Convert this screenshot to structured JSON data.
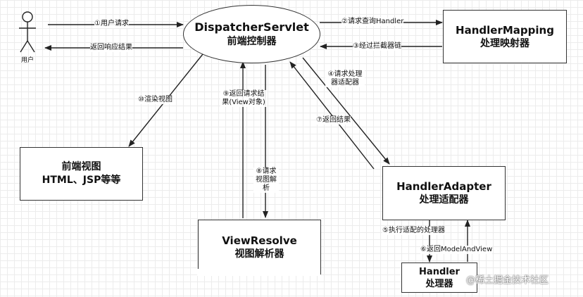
{
  "user": {
    "label": "用户"
  },
  "dispatcher": {
    "line1": "DispatcherServlet",
    "line2": "前端控制器"
  },
  "handler_mapping": {
    "line1": "HandlerMapping",
    "line2": "处理映射器"
  },
  "frontend_view": {
    "line1": "前端视图",
    "line2": "HTML、JSP等等"
  },
  "view_resolve": {
    "line1": "ViewResolve",
    "line2": "视图解析器"
  },
  "handler_adapter": {
    "line1": "HandlerAdapter",
    "line2": "处理适配器"
  },
  "handler": {
    "line1": "Handler",
    "line2": "处理器"
  },
  "labels": {
    "user_request": "①用户请求",
    "return_response": "返回响应结果",
    "query_handler": "②请求查询Handler",
    "interceptor_chain": "③经过拦截器链",
    "request_adapter": "④请求处理器适配器",
    "execute_handler": "⑤执行适配的处理器",
    "return_model": "⑥返回ModelAndView",
    "return_result": "⑦返回结果",
    "request_resolve": "⑧请求视图解析",
    "return_view": "⑨返回请求结果(View对象)",
    "render_view": "⑩渲染视图"
  },
  "watermark": "@稀土掘金技术社区"
}
